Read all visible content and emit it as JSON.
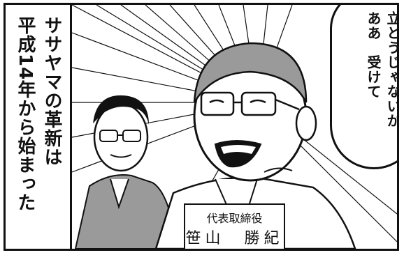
{
  "narration": {
    "line1": "ササヤマの革新は",
    "line2": "平成14年から始まった"
  },
  "speech": {
    "line1": "ああ　受けて",
    "line2": "立とうじゃないか"
  },
  "caption": {
    "title": "代表取締役",
    "name": "笹山　勝紀"
  },
  "colors": {
    "ink": "#111111",
    "paper": "#ffffff",
    "tone": "#9a9a9a"
  }
}
